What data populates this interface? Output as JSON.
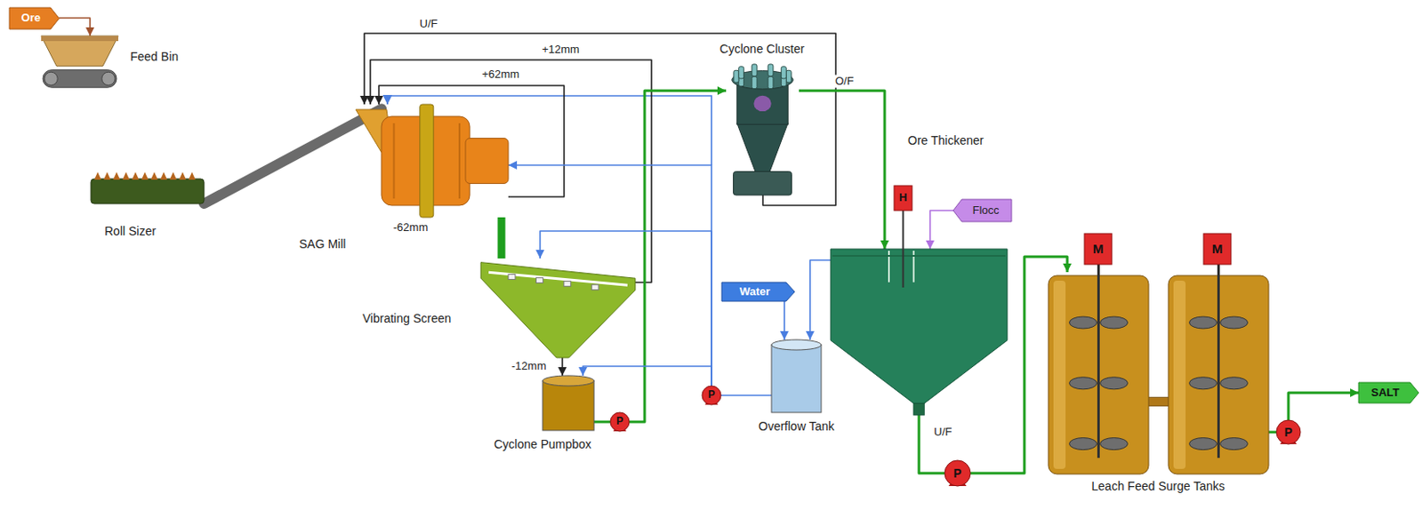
{
  "diagram": {
    "nodes": [
      {
        "text": [
          "Ore"
        ]
      },
      {
        "text": [
          "Feed Bin"
        ]
      },
      {
        "text": [
          "Roll Sizer"
        ]
      },
      {
        "text": [
          "SAG Mill"
        ]
      },
      {
        "text": [
          "Vibrating Screen"
        ]
      },
      {
        "text": [
          "Cyclone Pumpbox"
        ]
      },
      {
        "text": [
          "P"
        ]
      },
      {
        "text": [
          "Cyclone Cluster"
        ]
      },
      {
        "text": [
          "Ore Thickener"
        ]
      },
      {
        "text": [
          "H"
        ]
      },
      {
        "text": [
          "Flocc"
        ]
      },
      {
        "text": [
          "Water"
        ]
      },
      {
        "text": [
          "Overflow Tank"
        ]
      },
      {
        "text": [
          "P"
        ]
      },
      {
        "text": [
          "P"
        ]
      },
      {
        "text": [
          "Leach Feed Surge Tanks"
        ]
      },
      {
        "text": [
          "M"
        ]
      },
      {
        "text": [
          "M"
        ]
      },
      {
        "text": [
          "P"
        ]
      },
      {
        "text": [
          "SALT"
        ]
      }
    ],
    "edges": [
      {
        "from": 0,
        "to": 1,
        "arrow": "to"
      },
      {
        "from": 2,
        "to": 3,
        "arrow": "none"
      },
      {
        "from": 3,
        "to": 4,
        "label": "-62mm",
        "arrow": "none"
      },
      {
        "from": 4,
        "to": 3,
        "label": "+12mm",
        "arrow": "to"
      },
      {
        "from": 3,
        "to": 3,
        "label": "+62mm",
        "arrow": "to"
      },
      {
        "from": 7,
        "to": 3,
        "label": "U/F",
        "arrow": "to"
      },
      {
        "from": 4,
        "to": 5,
        "label": "-12mm",
        "arrow": "to"
      },
      {
        "from": 5,
        "to": 6,
        "arrow": "none"
      },
      {
        "from": 6,
        "to": 7,
        "arrow": "to"
      },
      {
        "from": 7,
        "to": 8,
        "label": "O/F",
        "arrow": "to"
      },
      {
        "from": 10,
        "to": 8,
        "arrow": "to"
      },
      {
        "from": 8,
        "to": 12,
        "arrow": "to"
      },
      {
        "from": 11,
        "to": 12,
        "arrow": "to"
      },
      {
        "from": 12,
        "to": 13,
        "arrow": "none"
      },
      {
        "from": 13,
        "to": 3,
        "arrow": "to"
      },
      {
        "from": 13,
        "to": 4,
        "arrow": "to"
      },
      {
        "from": 13,
        "to": 5,
        "arrow": "to"
      },
      {
        "from": 8,
        "to": 14,
        "label": "U/F",
        "arrow": "none"
      },
      {
        "from": 14,
        "to": 15,
        "arrow": "to"
      },
      {
        "from": 15,
        "to": 18,
        "arrow": "none"
      },
      {
        "from": 18,
        "to": 19,
        "arrow": "to"
      }
    ]
  }
}
